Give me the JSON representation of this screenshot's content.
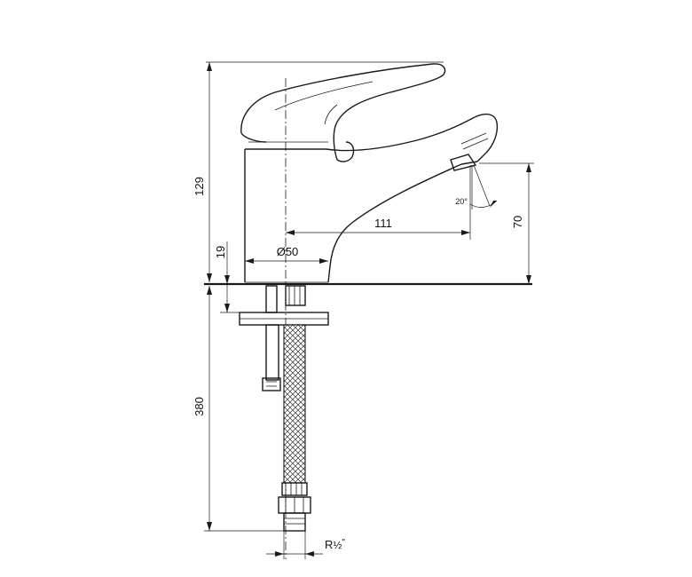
{
  "dimensions": {
    "overall_height": "129",
    "base_height": "19",
    "hose_length": "380",
    "spout_height": "70",
    "spout_reach": "111",
    "base_diameter": "Ø50",
    "spout_angle": "20°",
    "thread_prefix": "R",
    "thread_fraction": "½",
    "thread_suffix": "\""
  }
}
